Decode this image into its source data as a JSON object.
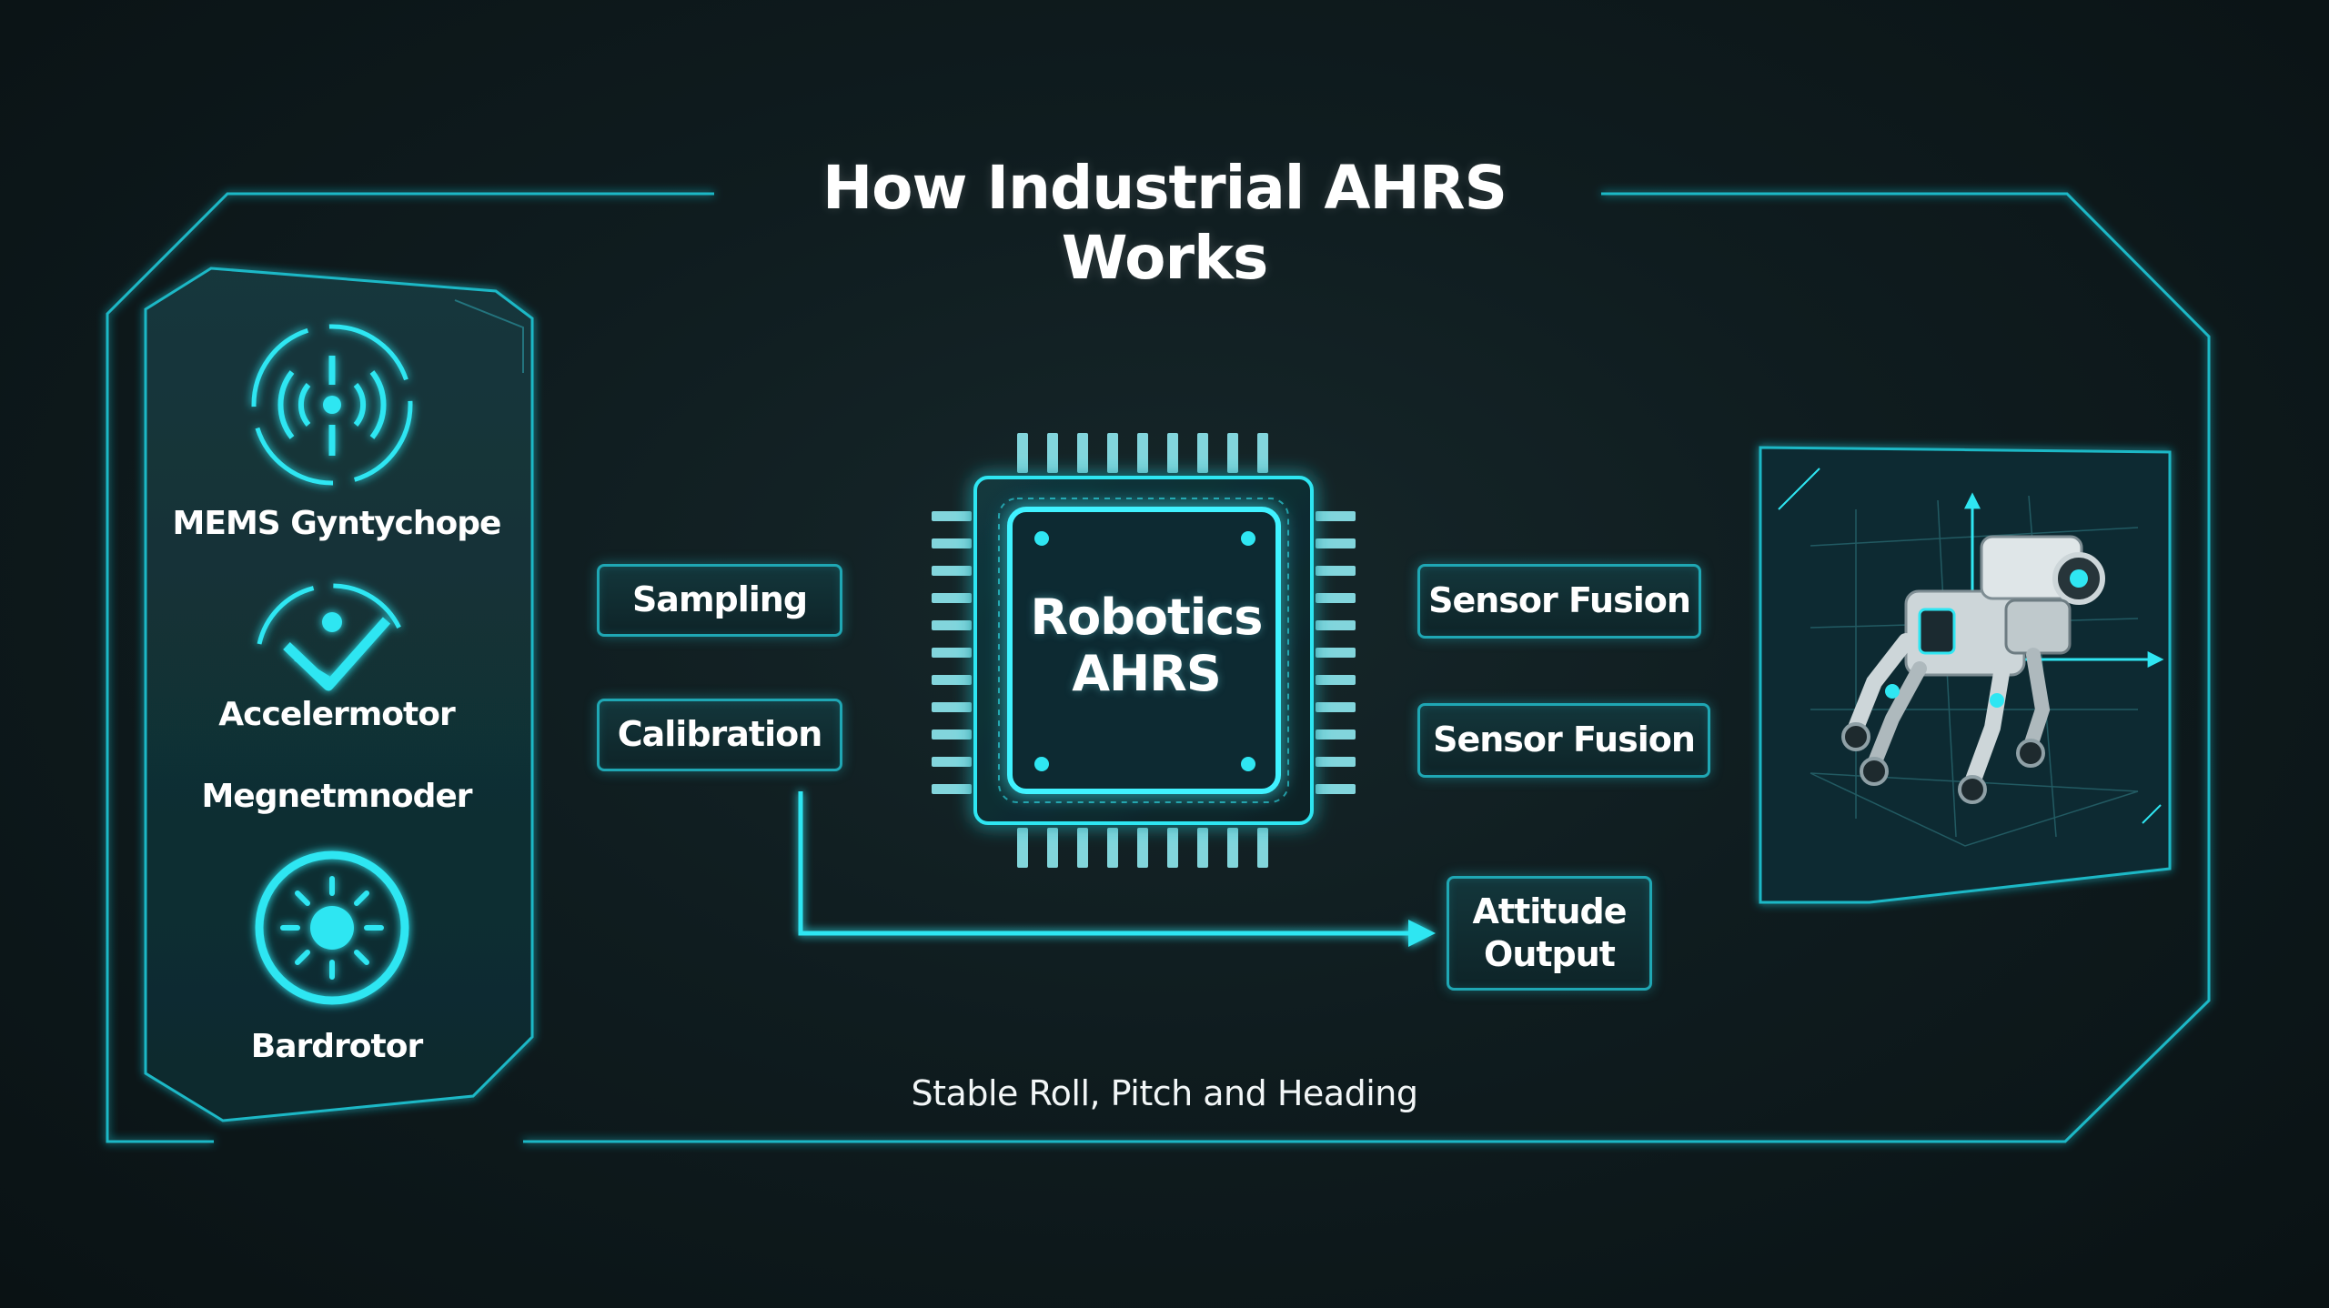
{
  "title": "How Industrial AHRS Works",
  "sensors": [
    {
      "label": "MEMS Gyntychope",
      "icon": "gyroscope-signal-icon"
    },
    {
      "label": "Accelermotor",
      "icon": "accelerometer-check-icon"
    },
    {
      "label": "Megnetmnoder",
      "icon": "magnetometer-icon"
    },
    {
      "label": "Bardrotor",
      "icon": "barometer-sun-icon"
    }
  ],
  "processing_steps": {
    "sampling": "Sampling",
    "calibration": "Calibration"
  },
  "chip": {
    "line1": "Robotics",
    "line2": "AHRS"
  },
  "fusion_steps": {
    "top": "Sensor Fusion",
    "bottom": "Sensor Fusion"
  },
  "attitude_output": {
    "line1": "Attitude",
    "line2": "Output"
  },
  "caption": "Stable Roll, Pitch and Heading",
  "colors": {
    "accent": "#2fe6f2",
    "frame": "#1fb8c6",
    "background": "#0f1c1f"
  }
}
